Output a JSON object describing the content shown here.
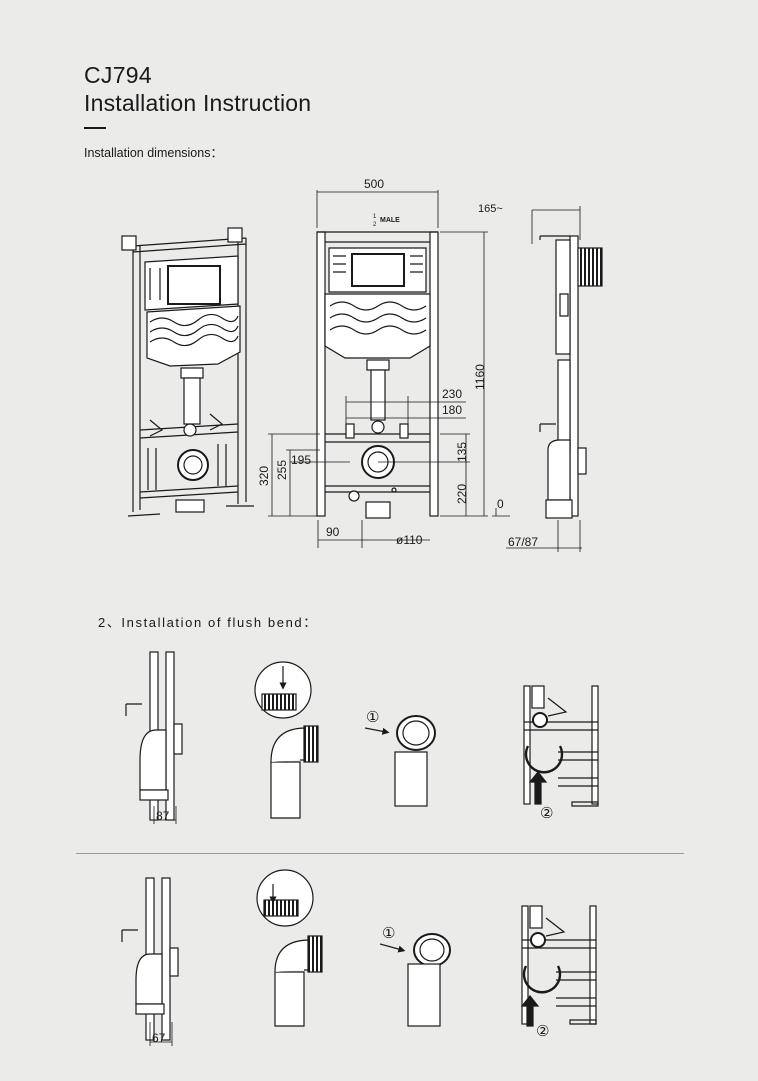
{
  "header": {
    "model": "CJ794",
    "title": "Installation Instruction",
    "subtitle": "Installation dimensions："
  },
  "dimensions": {
    "width_500": "500",
    "depth_165": "165~",
    "height_1160": "1160",
    "male_label": "MALE",
    "male_fraction_top": "1",
    "male_fraction_bottom": "2",
    "d230": "230",
    "d180": "180",
    "d135": "135",
    "d220": "220",
    "d195": "195",
    "d255": "255",
    "d320": "320",
    "d90": "90",
    "d110": "ø110",
    "d0": "0",
    "d6787": "67/87"
  },
  "section2": {
    "title": "2、Installation  of  flush  bend：",
    "row1_depth": "87",
    "row2_depth": "67",
    "step1": "①",
    "step2": "②"
  },
  "colors": {
    "background": "#ebebea",
    "line": "#1a1a1a",
    "divider": "#9a9a9a"
  }
}
